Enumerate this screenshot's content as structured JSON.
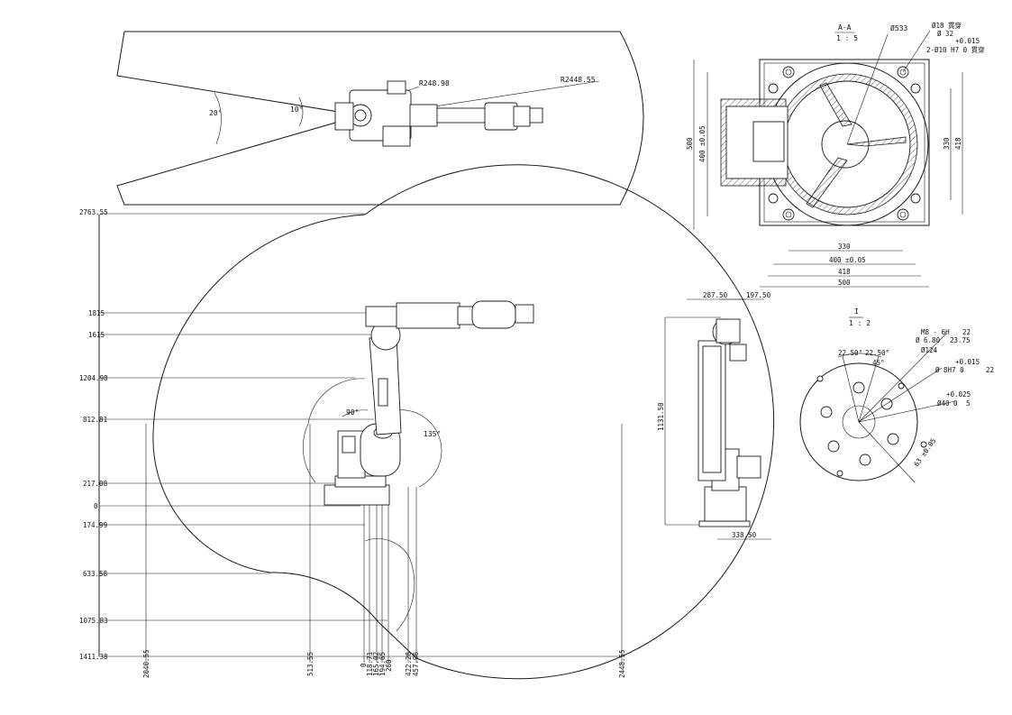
{
  "top_view": {
    "angle_outer": "20°",
    "angle_inner": "10°",
    "radius_small": "R248.98",
    "radius_large": "R2448.55"
  },
  "side_view": {
    "y_labels": [
      "2763.55",
      "1815",
      "1615",
      "1204.98",
      "812.81",
      "217.08",
      "0",
      "174.99",
      "633.58",
      "1075.83",
      "1411.38"
    ],
    "x_labels": [
      "2040.55",
      "513.55",
      "0",
      "118.71",
      "165.02",
      "194.65",
      "260",
      "422.28",
      "457.96",
      "2448.55"
    ],
    "angle_a": "90°",
    "angle_b": "135°"
  },
  "section_view": {
    "title": "A-A",
    "scale": "1 : 5",
    "dia_main": "Ø533",
    "dia_hole": "Ø18 貫穿",
    "dia_cbore": "Ø 32",
    "pin_tol": "+0.015",
    "pin": "2-Ø10 H7 0 貫穿",
    "h_500": "500",
    "h_400": "400 ±0.05",
    "h_330": "330",
    "h_418": "418",
    "w_330": "330",
    "w_400": "400 ±0.05",
    "w_418": "418",
    "w_500": "500"
  },
  "front_view": {
    "w_287": "287.50",
    "w_197": "197.50",
    "height": "1131.50",
    "base": "338.50"
  },
  "flange_view": {
    "title": "I",
    "scale": "1 : 2",
    "thread": "M8 - 6H",
    "thread_depth": "22",
    "dia_pcd": "Ø 6.80",
    "pcd_depth": "23.75",
    "dia_124": "Ø124",
    "ang1": "22.50°",
    "ang2": "22.50°",
    "ang3": "45°",
    "pin_tol": "+0.015",
    "pin": "Ø 8H7 0",
    "pin_depth": "22",
    "bore_tol": "+0.025",
    "bore": "Ø40 0",
    "bore_depth": "5",
    "pcd": "63 ±0.05"
  }
}
